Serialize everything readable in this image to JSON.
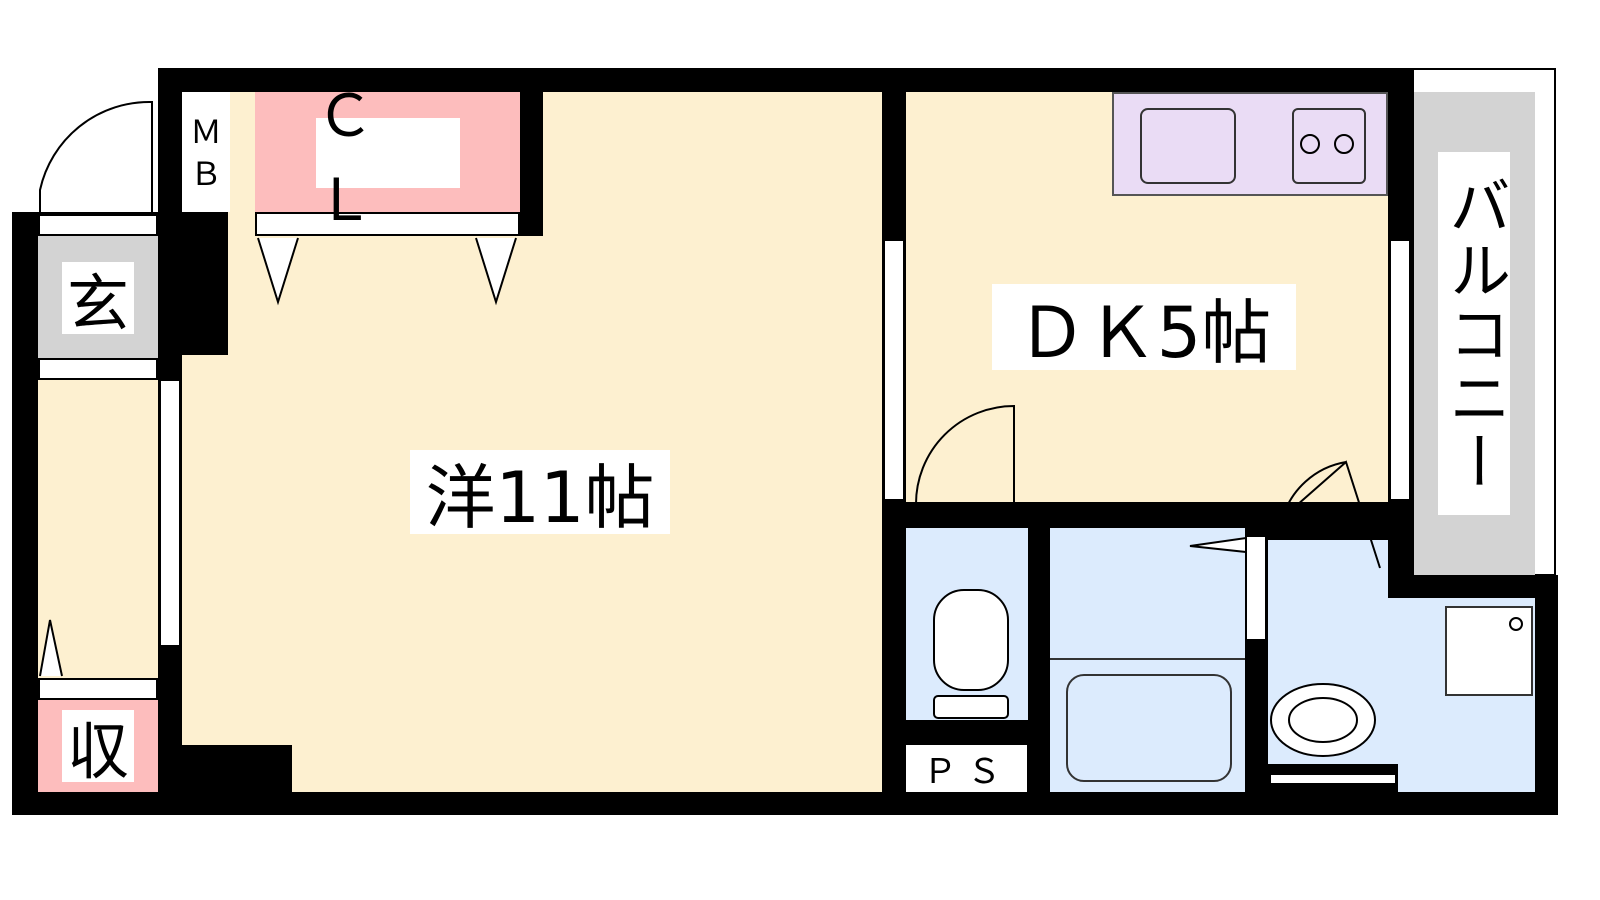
{
  "rooms": {
    "western": "洋11帖",
    "dk": "ＤＫ5帖",
    "closet": "ＣＬ",
    "mb_top": "Ｍ",
    "mb_bottom": "Ｂ",
    "entrance": "玄",
    "storage": "収",
    "balcony": "バルコニー",
    "ps": "ＰＳ"
  },
  "colors": {
    "living": "#FDF0D0",
    "storage": "#FDBDBD",
    "entrance": "#D3D3D3",
    "wet": "#DCEBFD",
    "kitchen": "#EADCF5"
  }
}
